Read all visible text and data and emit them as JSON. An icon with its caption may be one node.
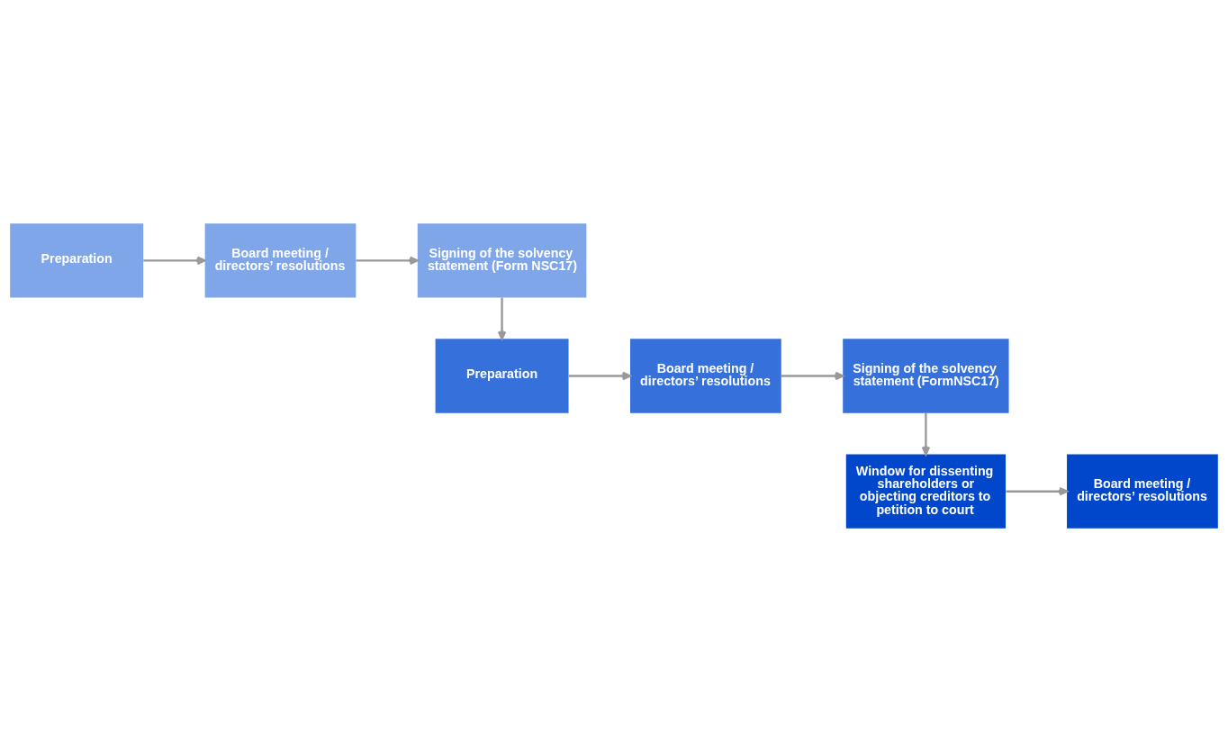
{
  "diagram": {
    "nodes": [
      {
        "text": [
          "Preparation"
        ]
      },
      {
        "text": [
          "Board meeting / directors’ resolutions"
        ]
      },
      {
        "text": [
          "Signing of the solvency statement (Form NSC17)"
        ]
      },
      {
        "text": [
          "Preparation"
        ]
      },
      {
        "text": [
          "Board meeting / directors’ resolutions"
        ]
      },
      {
        "text": [
          "Signing of the solvency statement (FormNSC17)"
        ]
      },
      {
        "text": [
          "Window for dissenting shareholders or objecting creditors to petition to court"
        ]
      },
      {
        "text": [
          "Board meeting / directors’ resolutions"
        ]
      }
    ],
    "edges": [
      {
        "from": 0,
        "to": 1,
        "arrow": "to"
      },
      {
        "from": 1,
        "to": 2,
        "arrow": "to"
      },
      {
        "from": 2,
        "to": 3,
        "arrow": "to"
      },
      {
        "from": 3,
        "to": 4,
        "arrow": "to"
      },
      {
        "from": 4,
        "to": 5,
        "arrow": "to"
      },
      {
        "from": 5,
        "to": 6,
        "arrow": "to"
      },
      {
        "from": 6,
        "to": 7,
        "arrow": "to"
      }
    ]
  }
}
